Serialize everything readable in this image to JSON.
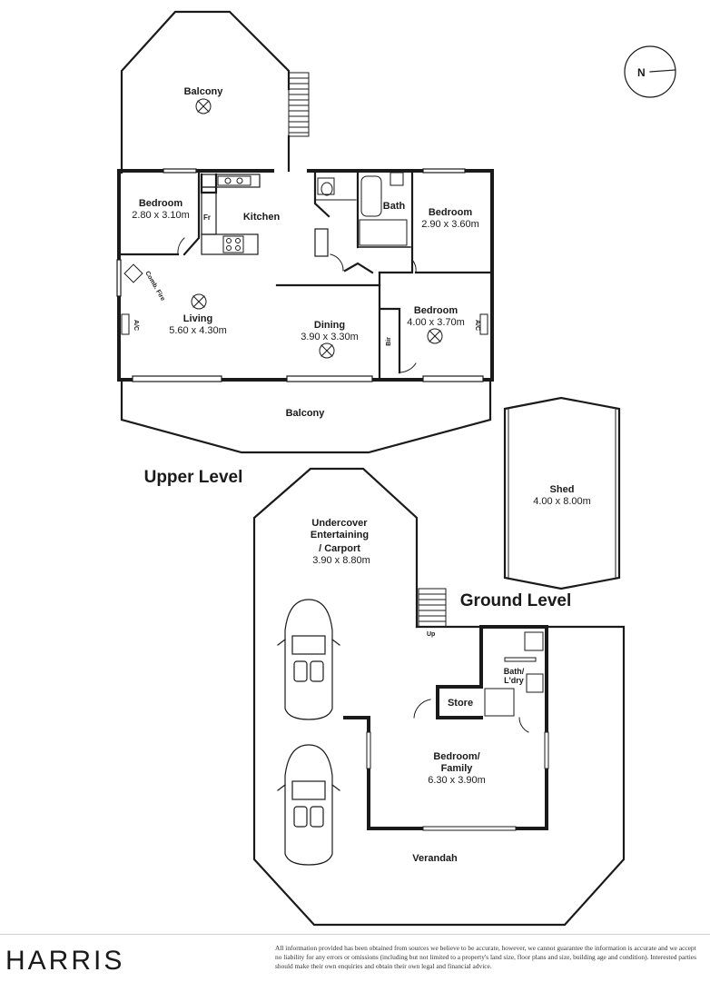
{
  "labels": {
    "upper_level": "Upper Level",
    "ground_level": "Ground Level",
    "north": "N"
  },
  "upper": {
    "balcony_top": "Balcony",
    "bedroom_left": {
      "name": "Bedroom",
      "size": "2.80 x 3.10m"
    },
    "kitchen": "Kitchen",
    "fridge": "Fr",
    "bath": "Bath",
    "bedroom_right": {
      "name": "Bedroom",
      "size": "2.90 x 3.60m"
    },
    "comb_fire": "Comb. Fire",
    "ac_left": "A/C",
    "living": {
      "name": "Living",
      "size": "5.60 x 4.30m"
    },
    "dining": {
      "name": "Dining",
      "size": "3.90 x 3.30m"
    },
    "bir": "Bir",
    "bedroom_main": {
      "name": "Bedroom",
      "size": "4.00 x 3.70m"
    },
    "ac_right": "A/C",
    "balcony_bottom": "Balcony"
  },
  "shed": {
    "name": "Shed",
    "size": "4.00 x 8.00m"
  },
  "ground": {
    "carport_line1": "Undercover",
    "carport_line2": "Entertaining",
    "carport_line3": "/ Carport",
    "carport_size": "3.90 x 8.80m",
    "up": "Up",
    "bath_line1": "Bath/",
    "bath_line2": "L'dry",
    "store": "Store",
    "family_line1": "Bedroom/",
    "family_line2": "Family",
    "family_size": "6.30 x 3.90m",
    "verandah": "Verandah"
  },
  "footer": {
    "logo": "HARRIS",
    "disclaimer": "All information provided has been obtained from sources we believe to be accurate, however, we cannot guarantee the information is accurate and we accept no liability for any errors or omissions (including but not limited to a property's land size, floor plans and size, building age and condition). Interested parties should make their own enquiries and obtain their own legal and financial advice."
  }
}
